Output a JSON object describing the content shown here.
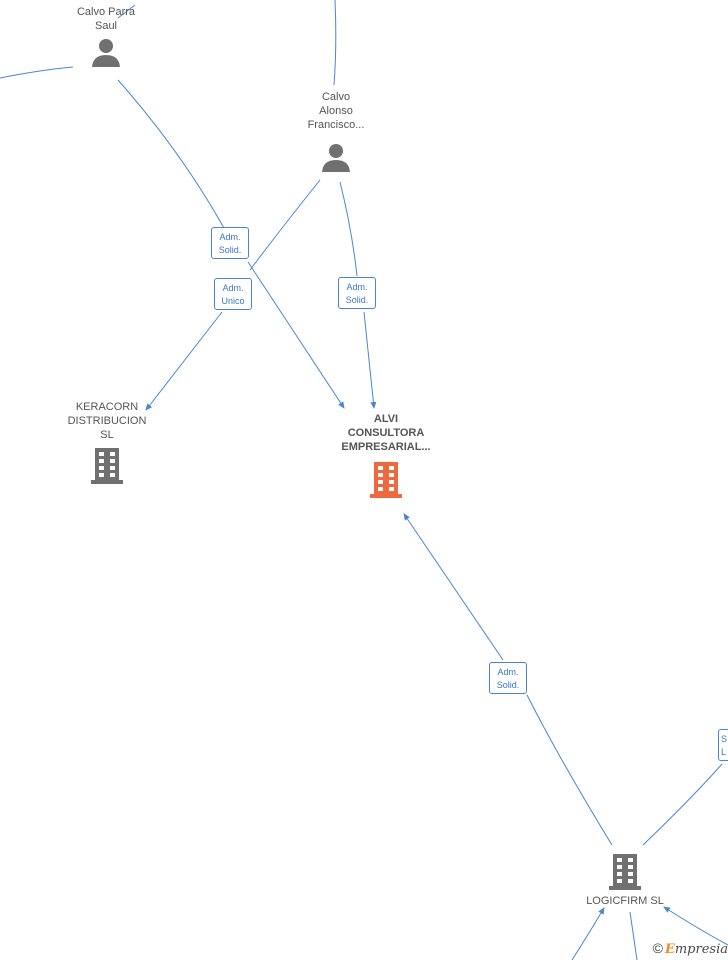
{
  "colors": {
    "edge": "#4a86d0",
    "person_icon": "#707070",
    "company_icon": "#707070",
    "main_company_icon": "#ee6a3c"
  },
  "nodes": {
    "saul": {
      "lines": [
        "Calvo Parra",
        "Saul"
      ],
      "icon": "person-icon"
    },
    "francisco": {
      "lines": [
        "Calvo",
        "Alonso",
        "Francisco..."
      ],
      "icon": "person-icon"
    },
    "keracorn": {
      "lines": [
        "KERACORN",
        "DISTRIBUCION",
        "SL"
      ],
      "icon": "building-icon"
    },
    "alvi": {
      "lines": [
        "ALVI",
        "CONSULTORA",
        "EMPRESARIAL..."
      ],
      "icon": "building-icon"
    },
    "logicfirm": {
      "lines": [
        "LOGICFIRM SL"
      ],
      "icon": "building-icon"
    }
  },
  "relations": {
    "saul_alvi": [
      "Adm.",
      "Solid."
    ],
    "francisco_keracorn": [
      "Adm.",
      "Unico"
    ],
    "francisco_alvi": [
      "Adm.",
      "Solid."
    ],
    "logicfirm_alvi": [
      "Adm.",
      "Solid."
    ],
    "edge_right": [
      "S",
      "L"
    ]
  },
  "watermark": {
    "copyright": "©",
    "brand_first": "E",
    "brand_rest": "mpresia"
  }
}
